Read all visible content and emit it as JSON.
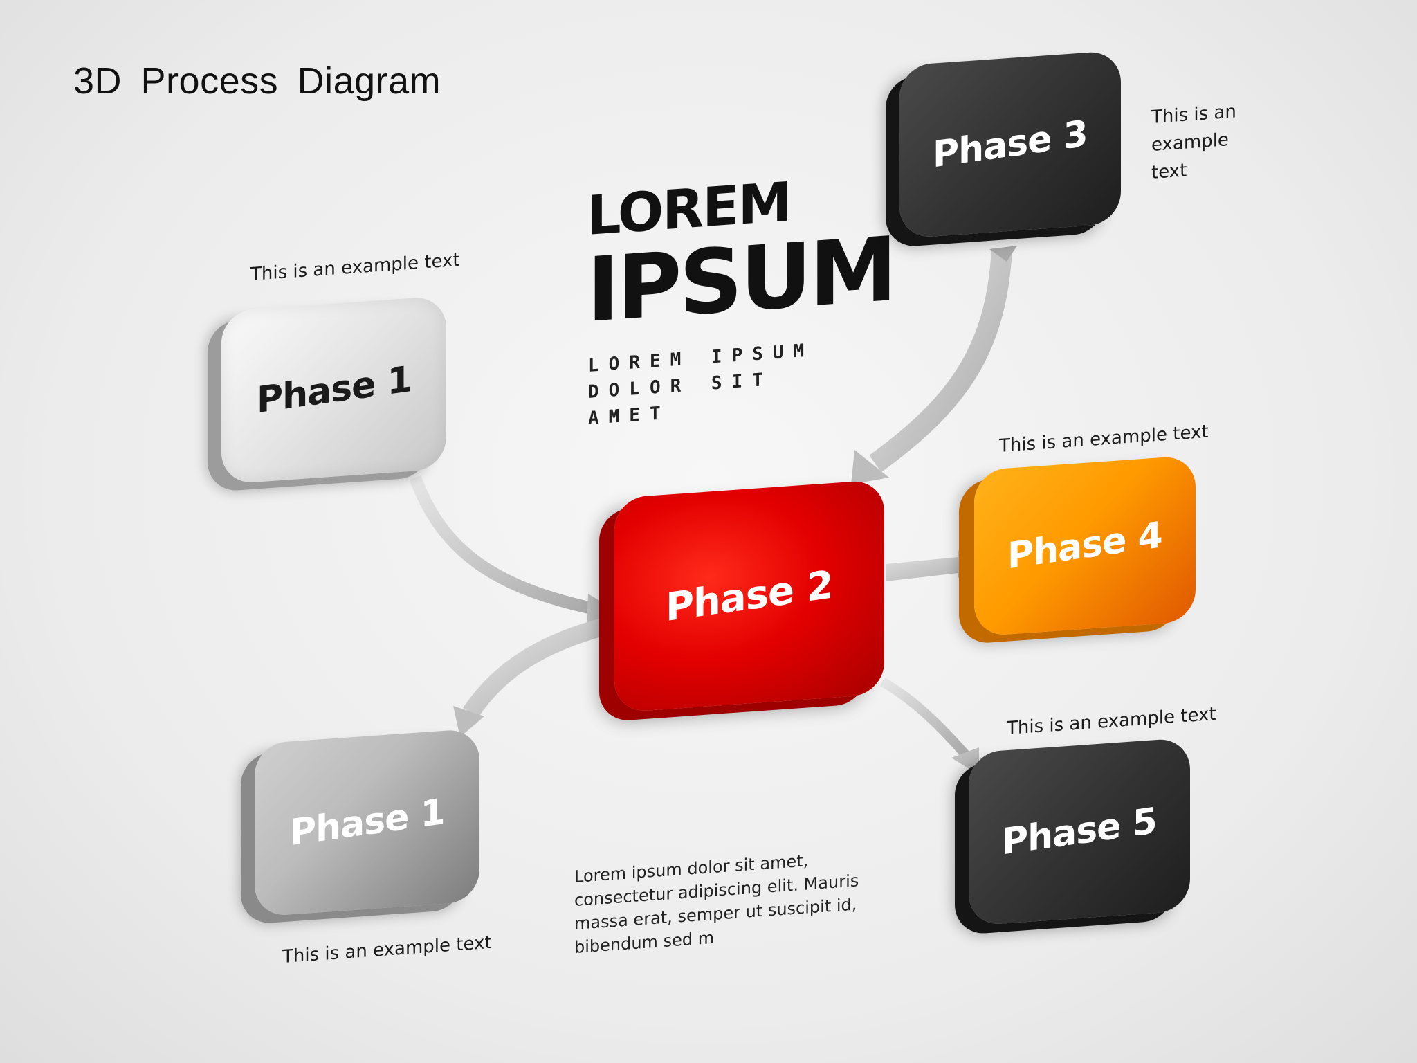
{
  "title": "3D  Process  Diagram",
  "headline": {
    "line1": "LOREM",
    "line2": "IPSUM",
    "sub": [
      "LOREM IPSUM",
      "DOLOR SIT",
      "AMET"
    ]
  },
  "body_text": "Lorem ipsum dolor sit amet, consectetur adipiscing elit. Mauris massa erat, semper ut suscipit id, bibendum sed m",
  "phases": {
    "phase1_top": {
      "label": "Phase 1",
      "caption": "This is an example text"
    },
    "phase1_bottom": {
      "label": "Phase 1",
      "caption": "This is an example text"
    },
    "phase2": {
      "label": "Phase 2"
    },
    "phase3": {
      "label": "Phase 3",
      "caption": [
        "This is an",
        "example",
        "text"
      ]
    },
    "phase4": {
      "label": "Phase 4",
      "caption": "This is an example text"
    },
    "phase5": {
      "label": "Phase 5",
      "caption": "This is an example text"
    }
  },
  "colors": {
    "red": "#e30000",
    "orange": "#ff9a00",
    "dark": "#333333",
    "gray": "#d9d9d9",
    "arrow": "#c9c9c9"
  }
}
